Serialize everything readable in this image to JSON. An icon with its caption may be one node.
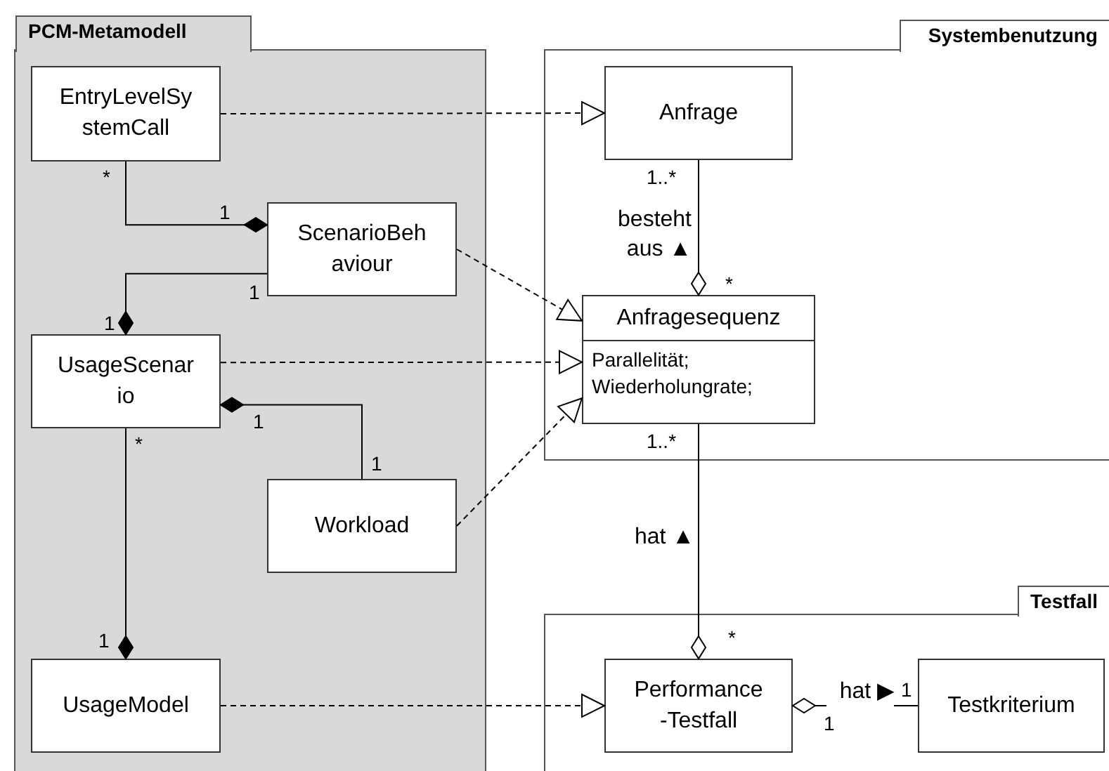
{
  "diagram": {
    "nodes": [
      {
        "text": [
          "PCM-Metamodell"
        ]
      },
      {
        "text": [
          "EntryLevelSy stemCall"
        ],
        "in": 0
      },
      {
        "text": [
          "ScenarioBeh aviour"
        ],
        "in": 0
      },
      {
        "text": [
          "UsageScenar io"
        ],
        "in": 0
      },
      {
        "text": [
          "Workload"
        ],
        "in": 0
      },
      {
        "text": [
          "UsageModel"
        ],
        "in": 0
      },
      {
        "text": [
          "Systembenutzung"
        ]
      },
      {
        "text": [
          "Anfrage"
        ],
        "in": 6
      },
      {
        "text": [
          "Anfragesequenz",
          "Parallelität; Wiederholungrate;"
        ],
        "in": 6
      },
      {
        "text": [
          "Testfall"
        ]
      },
      {
        "text": [
          "Performance -Testfall"
        ],
        "in": 9
      },
      {
        "text": [
          "Testkriterium"
        ],
        "in": 9
      }
    ],
    "edges": [
      {
        "from": 1,
        "to": 7,
        "arrow": "to",
        "style": "dashed"
      },
      {
        "from": 2,
        "to": 8,
        "arrow": "to",
        "style": "dashed"
      },
      {
        "from": 3,
        "to": 8,
        "arrow": "to",
        "style": "dashed"
      },
      {
        "from": 4,
        "to": 8,
        "arrow": "to",
        "style": "dashed"
      },
      {
        "from": 5,
        "to": 10,
        "arrow": "to",
        "style": "dashed"
      },
      {
        "from": 1,
        "to": 2,
        "arrow": "other"
      },
      {
        "from": 2,
        "to": 3,
        "arrow": "other"
      },
      {
        "from": 4,
        "to": 3,
        "arrow": "other"
      },
      {
        "from": 3,
        "to": 5,
        "arrow": "other"
      },
      {
        "from": 7,
        "to": 8,
        "arrow": "other",
        "label": "besteht aus ▲"
      },
      {
        "from": 8,
        "to": 10,
        "arrow": "other",
        "label": "hat ▲"
      },
      {
        "from": 11,
        "to": 10,
        "arrow": "other",
        "label": "hat ▶"
      }
    ],
    "labels": [
      "*",
      "1",
      "1",
      "1",
      "1",
      "*",
      "1",
      "1",
      "1..*",
      "*",
      "1..*",
      "*",
      "1",
      "1"
    ]
  }
}
